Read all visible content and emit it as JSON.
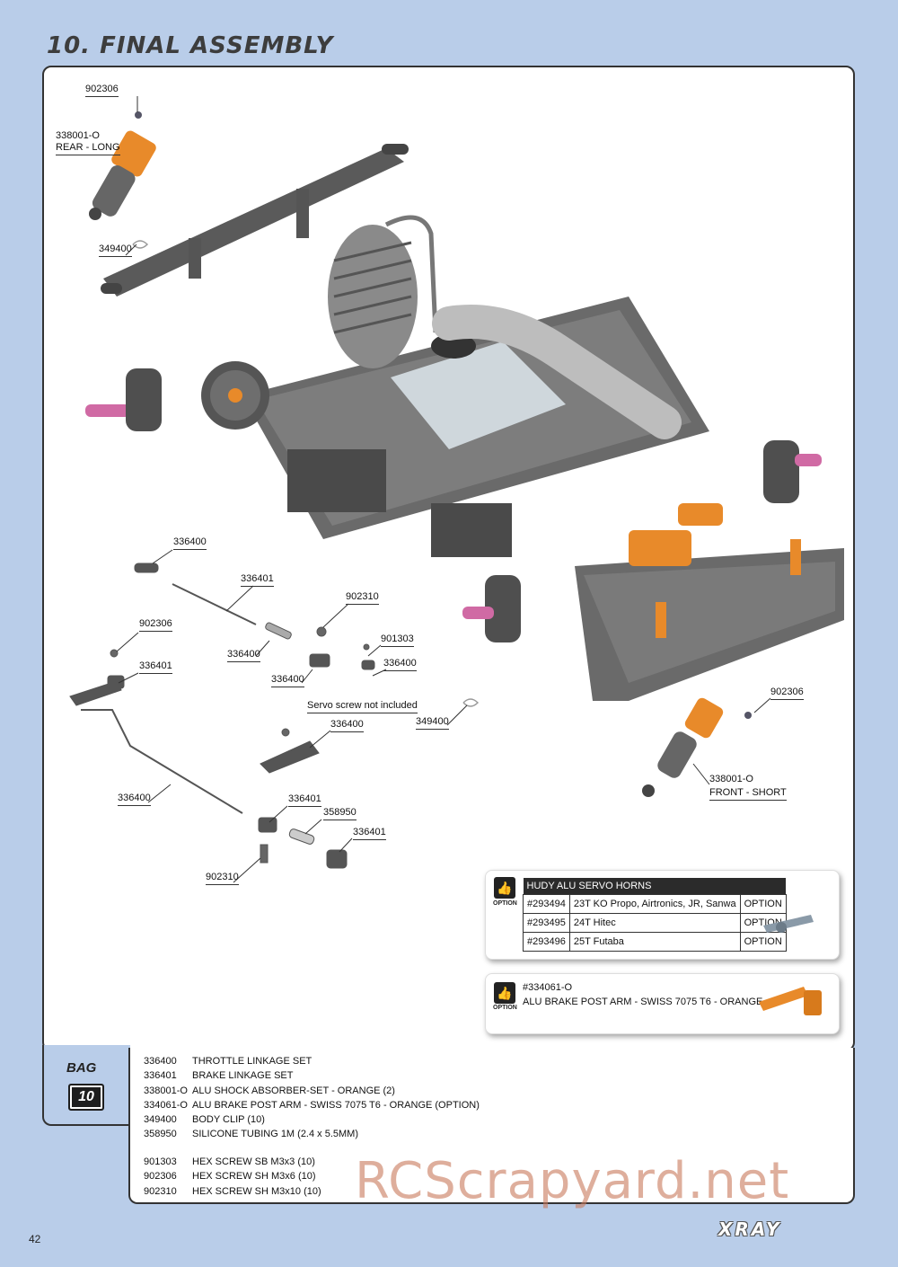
{
  "page": {
    "title": "10. FINAL ASSEMBLY",
    "page_number": "42",
    "brand_logo": "XRAY",
    "watermark": "RCScrapyard.net"
  },
  "callouts": {
    "c1": "902306",
    "c2a": "338001-O",
    "c2b": "REAR - LONG",
    "c3": "349400",
    "c4": "336400",
    "c5": "336401",
    "c6": "902310",
    "c7": "902306",
    "c8": "901303",
    "c9": "336400",
    "c10": "336401",
    "c11": "336400",
    "c12": "336400",
    "c13": "Servo screw not included",
    "c14": "336400",
    "c15": "349400",
    "c16": "336400",
    "c17": "336401",
    "c18": "358950",
    "c19": "336401",
    "c20": "902310",
    "c21": "902306",
    "c22a": "338001-O",
    "c22b": "FRONT - SHORT"
  },
  "option1": {
    "badge": "OPTION",
    "header": "HUDY ALU SERVO HORNS",
    "rows": [
      {
        "code": "#293494",
        "desc": "23T KO Propo, Airtronics, JR, Sanwa",
        "tag": "OPTION"
      },
      {
        "code": "#293495",
        "desc": "24T Hitec",
        "tag": "OPTION"
      },
      {
        "code": "#293496",
        "desc": "25T Futaba",
        "tag": "OPTION"
      }
    ]
  },
  "option2": {
    "badge": "OPTION",
    "code": "#334061-O",
    "desc": "ALU BRAKE POST ARM - SWISS 7075 T6 - ORANGE"
  },
  "bag": {
    "label": "BAG",
    "number": "10",
    "group1": [
      {
        "code": "336400",
        "name": "THROTTLE LINKAGE SET"
      },
      {
        "code": "336401",
        "name": "BRAKE LINKAGE SET"
      },
      {
        "code": "338001-O",
        "name": "ALU SHOCK ABSORBER-SET - ORANGE (2)"
      },
      {
        "code": "334061-O",
        "name": "ALU BRAKE POST ARM - SWISS 7075 T6 - ORANGE (OPTION)"
      },
      {
        "code": "349400",
        "name": "BODY CLIP (10)"
      },
      {
        "code": "358950",
        "name": "SILICONE TUBING 1M (2.4 x 5.5MM)"
      }
    ],
    "group2": [
      {
        "code": "901303",
        "name": "HEX SCREW SB M3x3  (10)"
      },
      {
        "code": "902306",
        "name": "HEX SCREW SH M3x6  (10)"
      },
      {
        "code": "902310",
        "name": "HEX SCREW SH M3x10  (10)"
      }
    ]
  },
  "colors": {
    "page_bg": "#b9cde9",
    "accent_orange": "#e88a2a",
    "chassis_grey": "#5b5b5b",
    "pink_axle": "#d06aa4"
  }
}
